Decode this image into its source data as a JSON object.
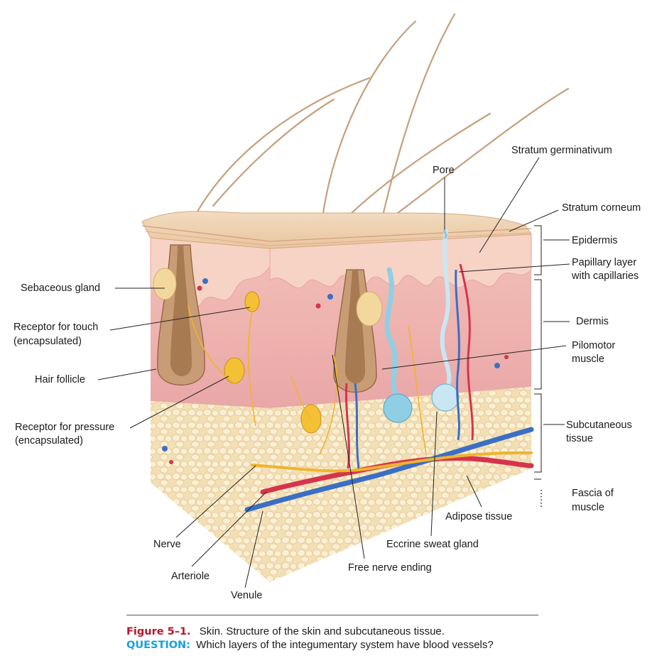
{
  "labels": {
    "sebaceous_gland": "Sebaceous gland",
    "receptor_touch_1": "Receptor for touch",
    "receptor_touch_2": "(encapsulated)",
    "hair_follicle": "Hair follicle",
    "receptor_pressure_1": "Receptor for pressure",
    "receptor_pressure_2": "(encapsulated)",
    "nerve": "Nerve",
    "arteriole": "Arteriole",
    "venule": "Venule",
    "free_nerve_ending": "Free nerve ending",
    "eccrine_sweat_gland": "Eccrine sweat gland",
    "adipose_tissue": "Adipose tissue",
    "pore": "Pore",
    "stratum_germinativum": "Stratum germinativum",
    "stratum_corneum": "Stratum corneum",
    "epidermis": "Epidermis",
    "papillary_1": "Papillary layer",
    "papillary_2": "with capillaries",
    "dermis": "Dermis",
    "pilomotor_1": "Pilomotor",
    "pilomotor_2": "muscle",
    "subcutaneous_1": "Subcutaneous",
    "subcutaneous_2": "tissue",
    "fascia_1": "Fascia of",
    "fascia_2": "muscle"
  },
  "caption": {
    "figure_number": "Figure 5–1.",
    "text": "Skin. Structure of the skin and subcutaneous tissue.",
    "question_label": "QUESTION:",
    "question_text": "Which layers of the integumentary system have blood vessels?"
  },
  "colors": {
    "epidermis": "#f4c7b8",
    "dermis": "#eeb2ad",
    "adipose": "#f6e6c3",
    "artery": "#d6344c",
    "vein": "#3a6fc4",
    "nerve": "#f1b52a",
    "sweat_duct": "#8fcfe6",
    "hair": "#c9a27a",
    "caption_red": "#b4162b",
    "caption_blue": "#1aa0db"
  }
}
